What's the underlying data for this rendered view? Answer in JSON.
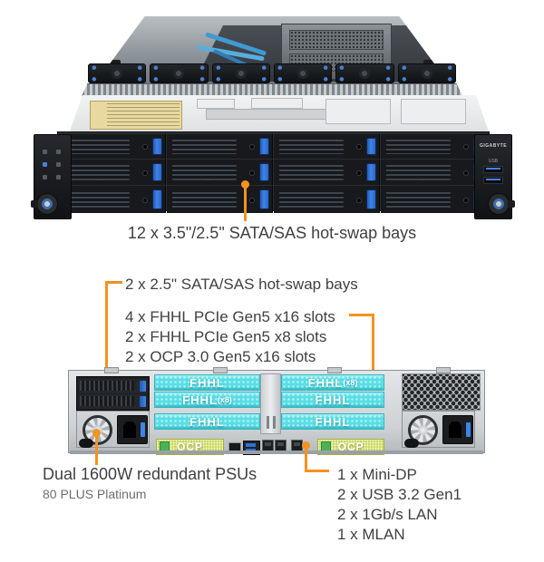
{
  "front": {
    "caption": "12 x 3.5\"/2.5\" SATA/SAS hot-swap bays",
    "brand": "GIGABYTE",
    "ear_usb_label": "USB"
  },
  "callouts": {
    "bays25": "2 x 2.5\" SATA/SAS hot-swap bays",
    "pcie_x16": "4 x FHHL PCIe Gen5 x16 slots",
    "pcie_x8": "2 x FHHL PCIe Gen5 x8 slots",
    "ocp": "2 x OCP 3.0 Gen5 x16 slots",
    "psu_title": "Dual 1600W redundant PSUs",
    "psu_subtitle": "80 PLUS Platinum",
    "io_ports": [
      "1 x Mini-DP",
      "2 x USB 3.2 Gen1",
      "2 x 1Gb/s LAN",
      "1 x MLAN"
    ]
  },
  "rear": {
    "slot_rows": [
      {
        "left": {
          "label": "FHHL",
          "suffix": ""
        },
        "right": {
          "label": "FHHL",
          "suffix": "(x8)"
        }
      },
      {
        "left": {
          "label": "FHHL",
          "suffix": "(x8)"
        },
        "right": {
          "label": "FHHL",
          "suffix": ""
        }
      },
      {
        "left": {
          "label": "FHHL",
          "suffix": ""
        },
        "right": {
          "label": "FHHL",
          "suffix": ""
        }
      }
    ],
    "ocp_labels": [
      "OCP",
      "OCP"
    ]
  },
  "colors": {
    "callout_orange": "#f6921e",
    "slot_cyan": "#59dee6",
    "ocp_green": "#cbd85a",
    "latch_blue": "#3f84e8",
    "text_dark": "#414042",
    "text_gray": "#6d6e71"
  }
}
